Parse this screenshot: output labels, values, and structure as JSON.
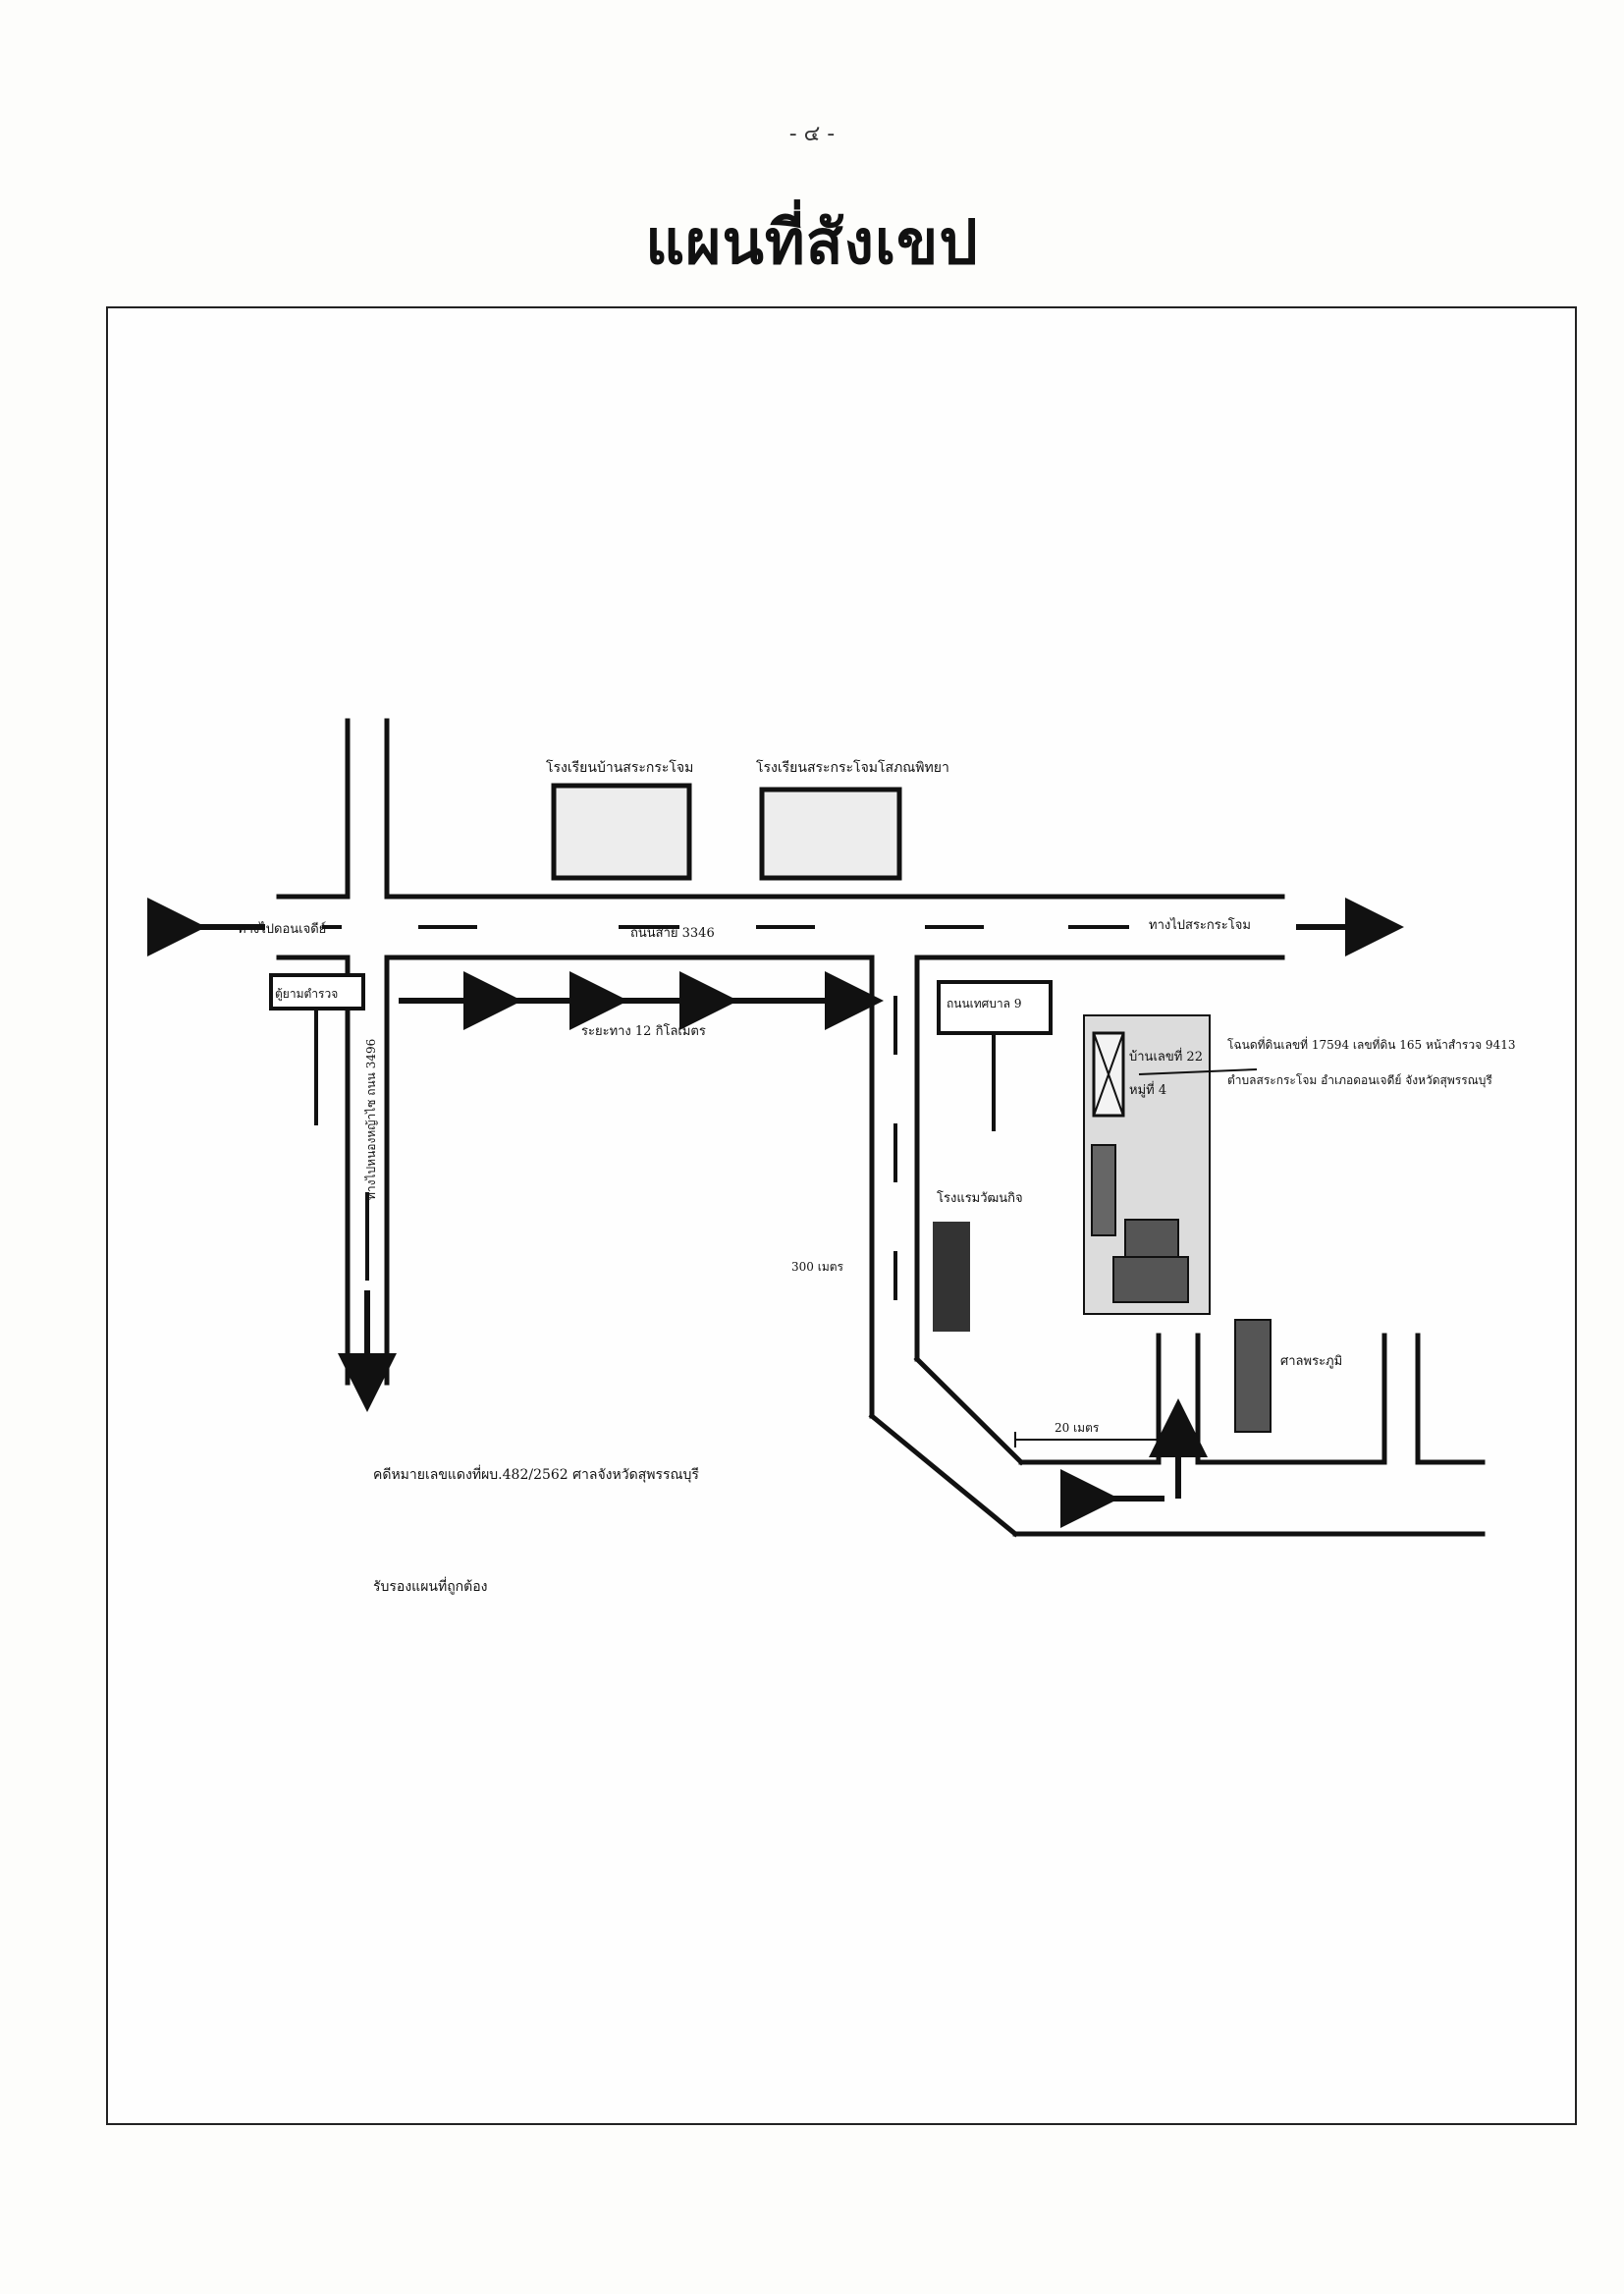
{
  "page_number": "- ๔ -",
  "title": "แผนที่สังเขป",
  "map": {
    "school_1": "โรงเรียนบ้านสระกระโจม",
    "school_2": "โรงเรียนสระกระโจมโสภณพิทยา",
    "to_west": "ทางไปดอนเจดีย์",
    "to_east": "ทางไปสระกระโจม",
    "highway": "ถนนสาย 3346",
    "police_box": "ตู้ยามตำรวจ",
    "side_road": "ทางไปหนองหญ้าไซ ถนน 3496",
    "distance_12km": "ระยะทาง 12 กิโลเมตร",
    "municipal_road": "ถนนเทศบาล 9",
    "target_house": "บ้านเลขที่ 22",
    "village": "หมู่ที่ 4",
    "deed_line_1": "โฉนดที่ดินเลขที่ 17594 เลขที่ดิน 165 หน้าสำรวจ 9413",
    "deed_line_2": "ตำบลสระกระโจม อำเภอดอนเจดีย์ จังหวัดสุพรรณบุรี",
    "hotel": "โรงแรมวัฒนกิจ",
    "distance_300m": "300 เมตร",
    "distance_20m": "20 เมตร",
    "shrine": "ศาลพระภูมิ",
    "case_ref": "คดีหมายเลขแดงที่ผบ.482/2562 ศาลจังหวัดสุพรรณบุรี",
    "certify": "รับรองแผนที่ถูกต้อง"
  }
}
